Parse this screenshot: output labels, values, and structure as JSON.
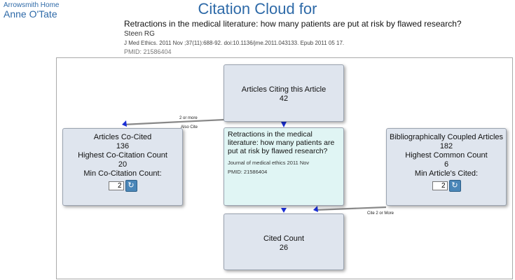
{
  "header": {
    "home_link": "Arrowsmith Home",
    "brand_link": "Anne O'Tate",
    "title": "Citation Cloud for"
  },
  "article": {
    "title": "Retractions in the medical literature: how many patients are put at risk by flawed research?",
    "author": "Steen RG",
    "citation": "J Med Ethics. 2011 Nov ;37(11):688-92. doi:10.1136/jme.2011.043133. Epub 2011 05 17.",
    "pmid": "PMID: 21586404"
  },
  "citing": {
    "label": "Articles Citing this Article",
    "count": "42"
  },
  "cocited": {
    "label": "Articles Co-Cited",
    "count": "136",
    "highest_label": "Highest Co-Citation Count",
    "highest_value": "20",
    "min_label": "Min Co-Citation Count:",
    "min_value": "2"
  },
  "center": {
    "title": "Retractions in the medical literature: how many patients are put at risk by flawed research?",
    "journal": "Journal of medical ethics 2011 Nov",
    "pmid": "PMID: 21586404"
  },
  "coupled": {
    "label": "Bibliographically Coupled Articles",
    "count": "182",
    "highest_label": "Highest Common Count",
    "highest_value": "6",
    "min_label": "Min Article's Cited:",
    "min_value": "2"
  },
  "cited": {
    "label": "Cited Count",
    "count": "26"
  },
  "arrow_labels": {
    "left_top": "2 or more",
    "left_bottom": "Also Cite",
    "right": "Cite 2 or More"
  },
  "colors": {
    "link": "#2e6aa8",
    "box": "#dfe5ee",
    "center": "#e0f5f4",
    "arrow": "#1a2fd6"
  }
}
